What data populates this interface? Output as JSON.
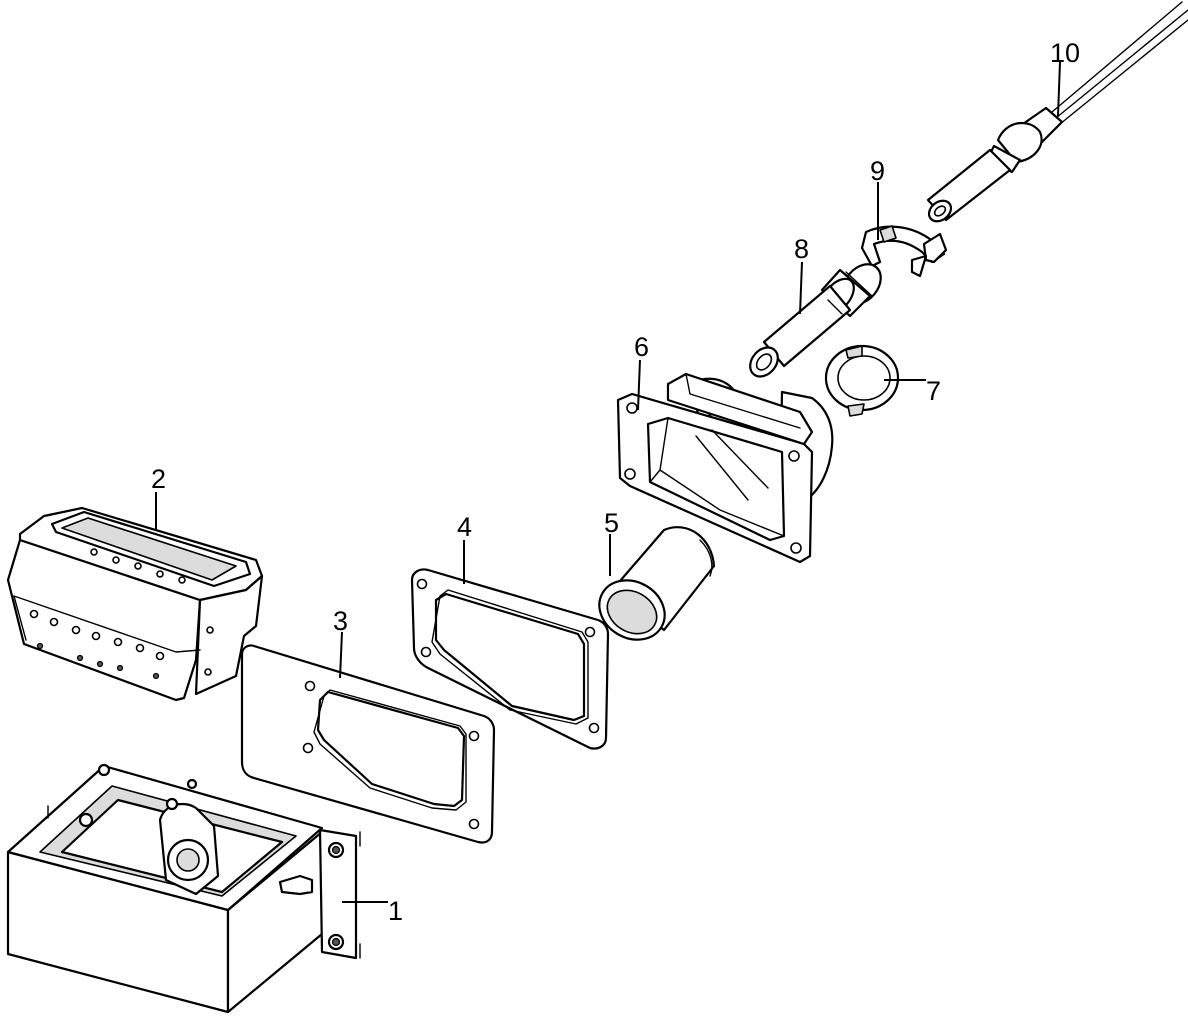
{
  "diagram": {
    "callouts": [
      {
        "id": "1",
        "label": "1"
      },
      {
        "id": "2",
        "label": "2"
      },
      {
        "id": "3",
        "label": "3"
      },
      {
        "id": "4",
        "label": "4"
      },
      {
        "id": "5",
        "label": "5"
      },
      {
        "id": "6",
        "label": "6"
      },
      {
        "id": "7",
        "label": "7"
      },
      {
        "id": "8",
        "label": "8"
      },
      {
        "id": "9",
        "label": "9"
      },
      {
        "id": "10",
        "label": "10"
      }
    ],
    "parts": [
      {
        "callout": "1",
        "icon": "housing-box-icon"
      },
      {
        "callout": "2",
        "icon": "hood-icon"
      },
      {
        "callout": "3",
        "icon": "flat-gasket-icon"
      },
      {
        "callout": "4",
        "icon": "frame-gasket-icon"
      },
      {
        "callout": "5",
        "icon": "sleeve-icon"
      },
      {
        "callout": "6",
        "icon": "flanged-adapter-icon"
      },
      {
        "callout": "7",
        "icon": "split-ring-icon"
      },
      {
        "callout": "8",
        "icon": "connector-insert-icon"
      },
      {
        "callout": "9",
        "icon": "retaining-clip-icon"
      },
      {
        "callout": "10",
        "icon": "sensor-probe-icon"
      }
    ]
  }
}
